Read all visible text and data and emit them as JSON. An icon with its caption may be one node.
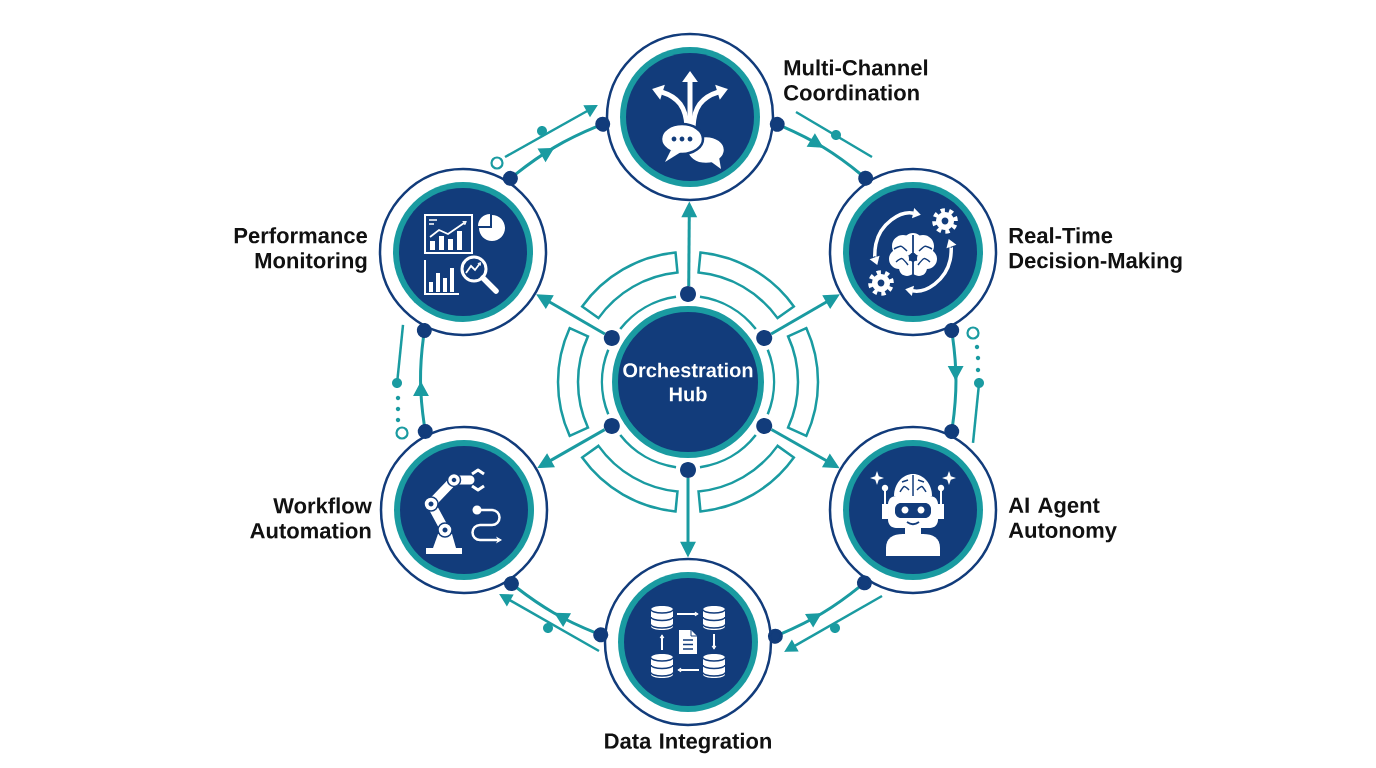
{
  "diagram": {
    "nodes": [
      {
        "text": [
          "Orchestration Hub"
        ]
      },
      {
        "text": [],
        "shape": "circle",
        "beside": [
          "Multi-Channel Coordination"
        ]
      },
      {
        "text": [],
        "shape": "circle",
        "beside": [
          "Real-Time Decision-Making"
        ]
      },
      {
        "text": [],
        "shape": "circle",
        "beside": [
          "AI Agent Autonomy"
        ]
      },
      {
        "text": [],
        "shape": "circle",
        "beside": [
          "Data Integration"
        ]
      },
      {
        "text": [],
        "shape": "circle",
        "beside": [
          "Workflow Automation"
        ]
      },
      {
        "text": [],
        "shape": "circle",
        "beside": [
          "Performance Monitoring"
        ]
      }
    ],
    "edges": [
      {
        "from": 0,
        "to": 1,
        "arrow": "to"
      },
      {
        "from": 0,
        "to": 2,
        "arrow": "to"
      },
      {
        "from": 0,
        "to": 3,
        "arrow": "to"
      },
      {
        "from": 0,
        "to": 4,
        "arrow": "to"
      },
      {
        "from": 0,
        "to": 5,
        "arrow": "to"
      },
      {
        "from": 0,
        "to": 6,
        "arrow": "to"
      },
      {
        "from": 1,
        "to": 2,
        "arrow": "to"
      },
      {
        "from": 2,
        "to": 3,
        "arrow": "to"
      },
      {
        "from": 4,
        "to": 3,
        "arrow": "to"
      },
      {
        "from": 4,
        "to": 5,
        "arrow": "to"
      },
      {
        "from": 5,
        "to": 6,
        "arrow": "to"
      },
      {
        "from": 6,
        "to": 1,
        "arrow": "to"
      }
    ]
  }
}
